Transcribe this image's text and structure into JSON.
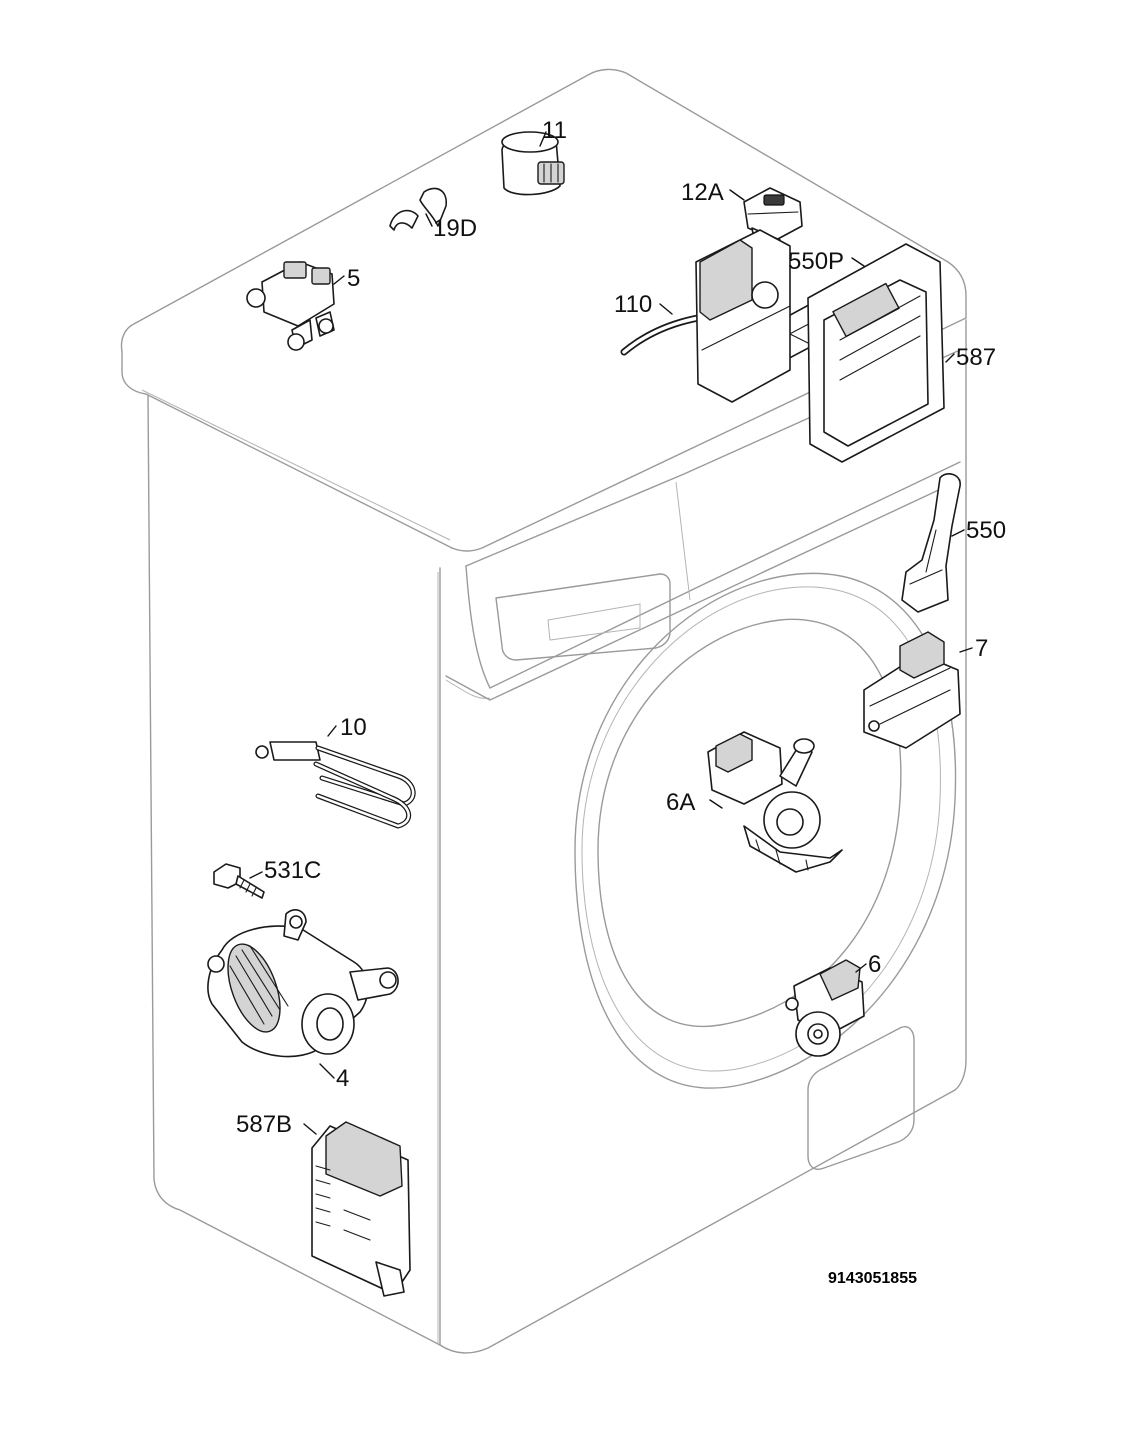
{
  "parts": [
    {
      "id": "p11",
      "label": "11"
    },
    {
      "id": "p19d",
      "label": "19D"
    },
    {
      "id": "p12a",
      "label": "12A"
    },
    {
      "id": "p550p",
      "label": "550P"
    },
    {
      "id": "p5",
      "label": "5"
    },
    {
      "id": "p110",
      "label": "110"
    },
    {
      "id": "p587",
      "label": "587"
    },
    {
      "id": "p550",
      "label": "550"
    },
    {
      "id": "p7",
      "label": "7"
    },
    {
      "id": "p10",
      "label": "10"
    },
    {
      "id": "p6a",
      "label": "6A"
    },
    {
      "id": "p531c",
      "label": "531C"
    },
    {
      "id": "p6",
      "label": "6"
    },
    {
      "id": "p4",
      "label": "4"
    },
    {
      "id": "p587b",
      "label": "587B"
    }
  ],
  "drawing_number": "9143051855",
  "colors": {
    "outline": "#9a9a9a",
    "part_stroke": "#1a1a1a",
    "text": "#111111"
  }
}
